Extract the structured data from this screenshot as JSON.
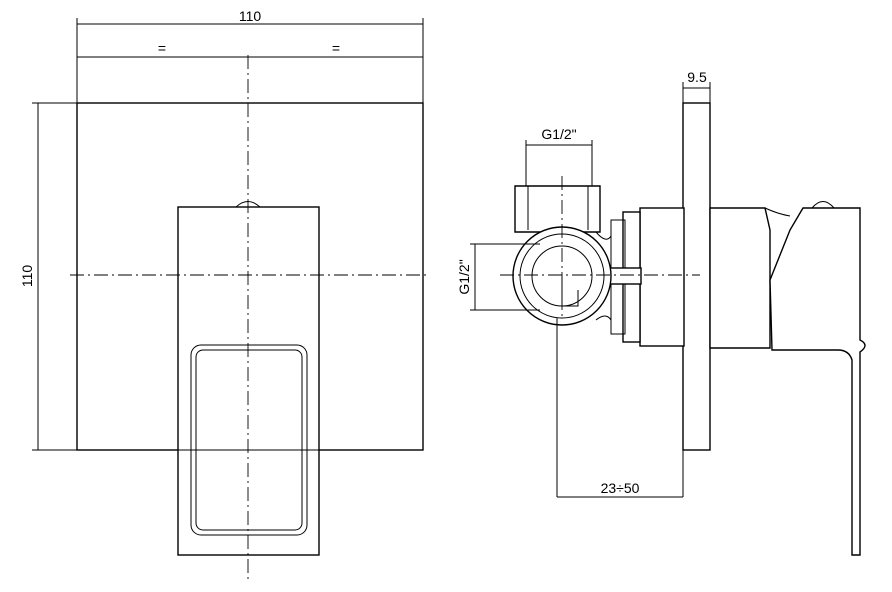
{
  "front_view": {
    "width_label": "110",
    "half_left_label": "=",
    "half_right_label": "=",
    "height_label": "110"
  },
  "side_view": {
    "plate_thickness_label": "9.5",
    "top_inlet_label": "G1/2\"",
    "side_inlet_label": "G1/2\"",
    "depth_range_label": "23÷50"
  }
}
